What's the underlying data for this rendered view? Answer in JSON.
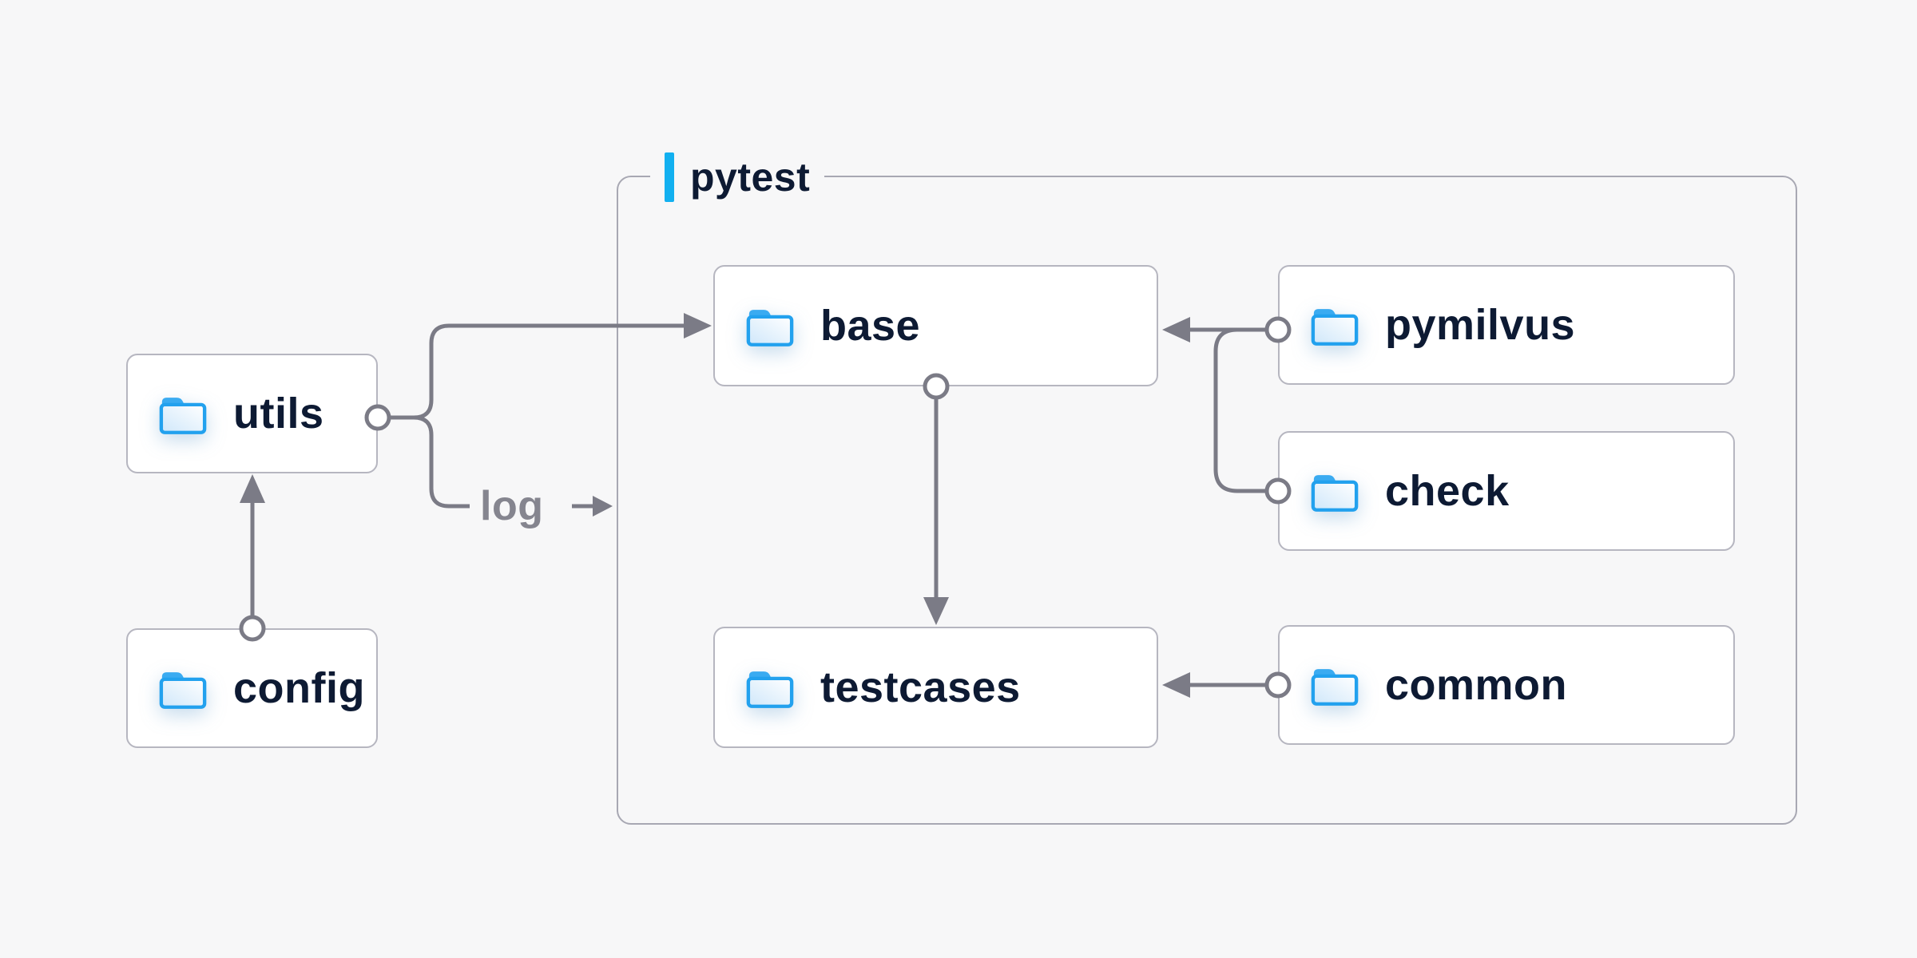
{
  "container": {
    "label": "pytest"
  },
  "nodes": [
    {
      "id": "utils",
      "label": "utils",
      "icon": "folder-icon"
    },
    {
      "id": "config",
      "label": "config",
      "icon": "folder-icon"
    },
    {
      "id": "base",
      "label": "base",
      "icon": "folder-icon"
    },
    {
      "id": "pymilvus",
      "label": "pymilvus",
      "icon": "folder-icon"
    },
    {
      "id": "check",
      "label": "check",
      "icon": "folder-icon"
    },
    {
      "id": "testcases",
      "label": "testcases",
      "icon": "folder-icon"
    },
    {
      "id": "common",
      "label": "common",
      "icon": "folder-icon"
    }
  ],
  "edges": [
    {
      "from": "config",
      "to": "utils"
    },
    {
      "from": "utils",
      "to": "base"
    },
    {
      "from": "utils",
      "to": "pytest-container",
      "label": "log"
    },
    {
      "from": "base",
      "to": "testcases"
    },
    {
      "from": "pymilvus",
      "to": "base"
    },
    {
      "from": "check",
      "to": "base"
    },
    {
      "from": "common",
      "to": "testcases"
    }
  ],
  "colors": {
    "background": "#f7f7f8",
    "node_fill": "#ffffff",
    "node_border": "#b6b6c0",
    "group_border": "#a8a8b3",
    "text": "#0d1a33",
    "connector": "#7b7b86",
    "edge_label_text": "#85858f",
    "accent_bar": "#12b0f0",
    "folder_blue": "#22a1ee"
  }
}
